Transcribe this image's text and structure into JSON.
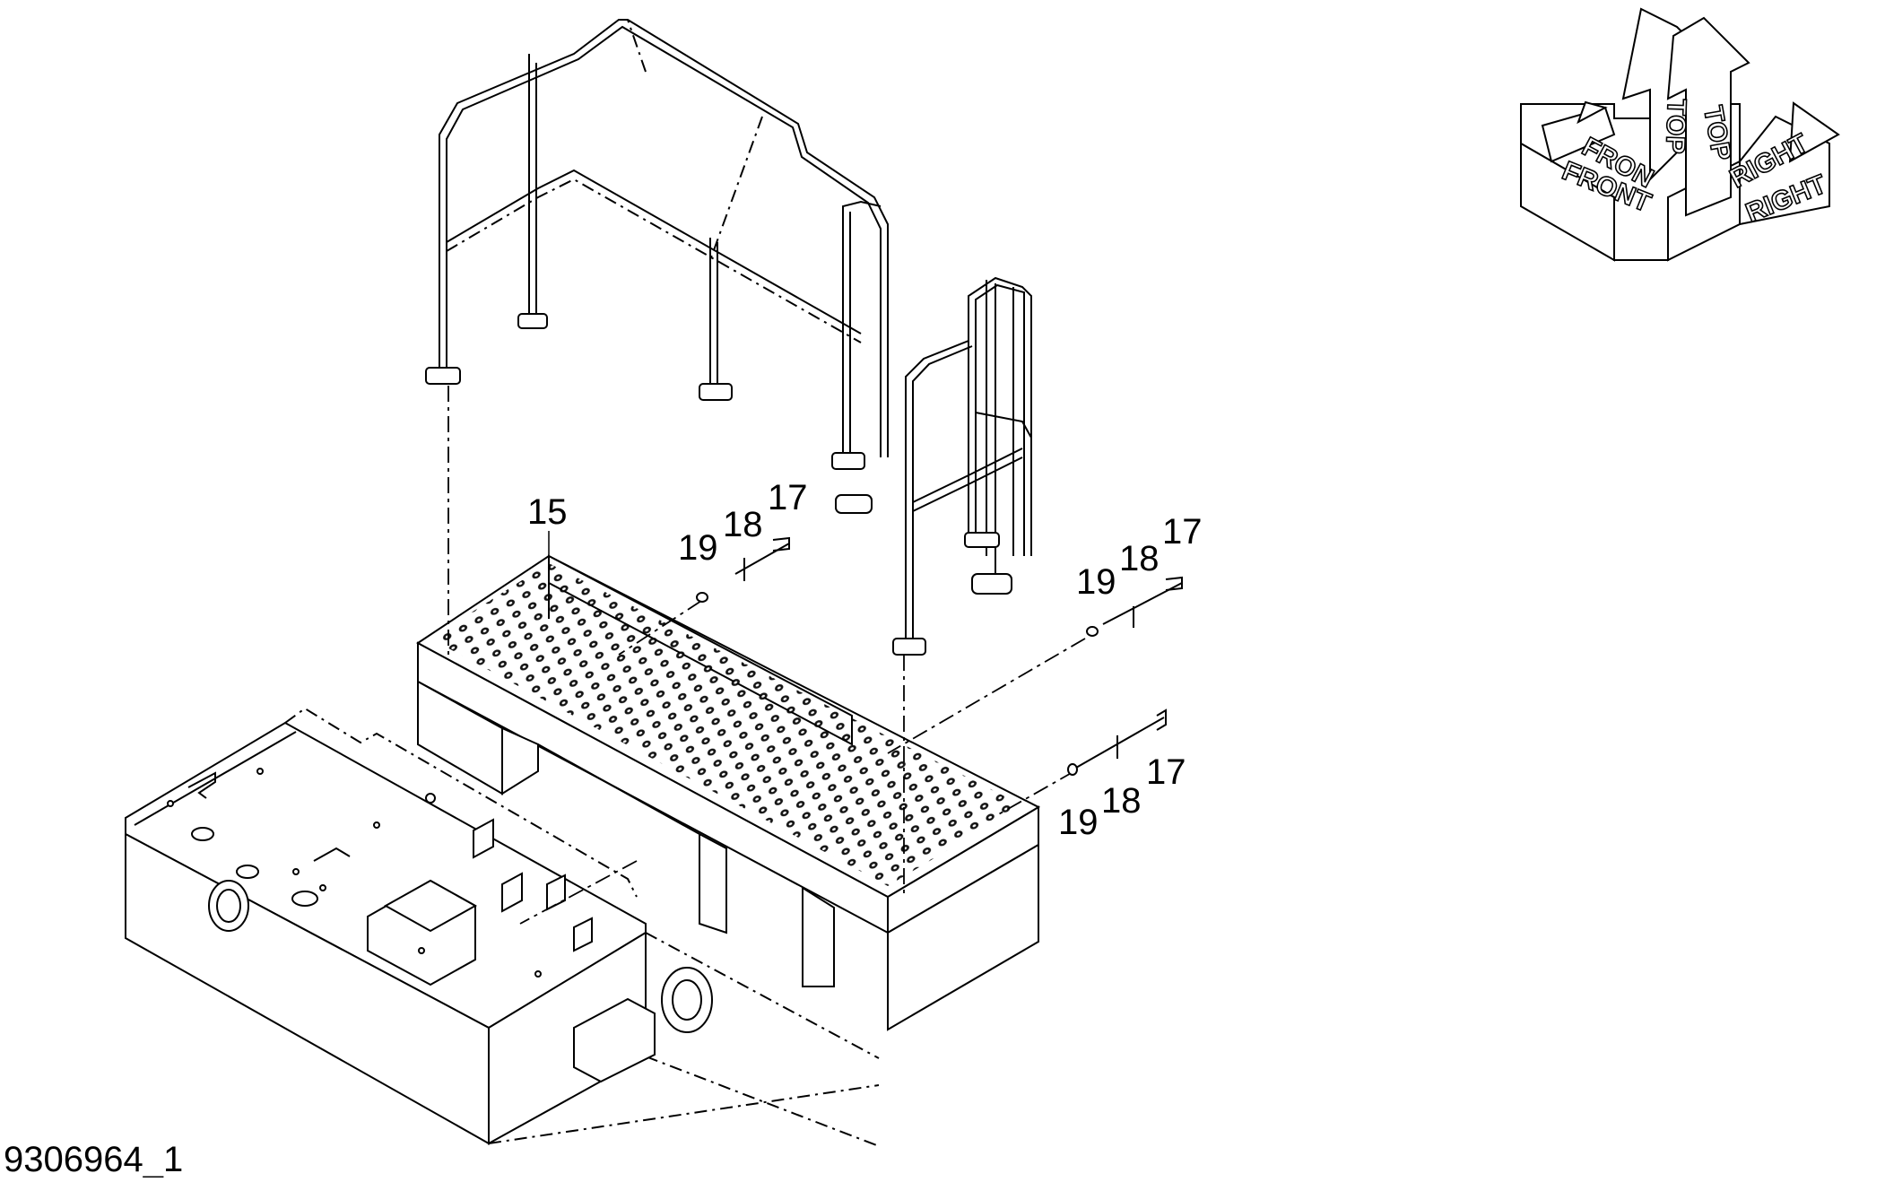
{
  "drawing": {
    "id": "9306964_1",
    "callouts": {
      "left_group": {
        "p15": "15",
        "p19": "19",
        "p18": "18",
        "p17": "17"
      },
      "right_upper_group": {
        "p19": "19",
        "p18": "18",
        "p17": "17"
      },
      "right_lower_group": {
        "p19": "19",
        "p18": "18",
        "p17": "17"
      }
    },
    "orientation_symbol": {
      "front": "FRONT",
      "front_partial": "FRON",
      "top": "TOP",
      "right": "RIGHT"
    }
  }
}
